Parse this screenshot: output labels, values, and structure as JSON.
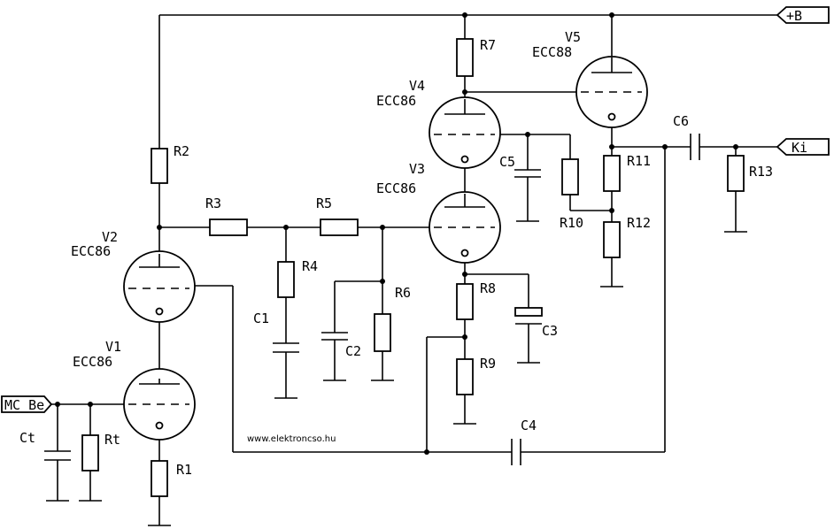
{
  "diagram": {
    "website": "www.elektroncso.hu",
    "ports": {
      "supply": "+B",
      "output": "Ki",
      "input": "MC_Be"
    },
    "tubes": {
      "v1": {
        "ref": "V1",
        "type": "ECC86"
      },
      "v2": {
        "ref": "V2",
        "type": "ECC86"
      },
      "v3": {
        "ref": "V3",
        "type": "ECC86"
      },
      "v4": {
        "ref": "V4",
        "type": "ECC86"
      },
      "v5": {
        "ref": "V5",
        "type": "ECC88"
      }
    },
    "resistors": {
      "r1": "R1",
      "r2": "R2",
      "r3": "R3",
      "r4": "R4",
      "r5": "R5",
      "r6": "R6",
      "r7": "R7",
      "r8": "R8",
      "r9": "R9",
      "r10": "R10",
      "r11": "R11",
      "r12": "R12",
      "r13": "R13",
      "rt": "Rt"
    },
    "capacitors": {
      "c1": "C1",
      "c2": "C2",
      "c3": "C3",
      "c4": "C4",
      "c5": "C5",
      "c6": "C6",
      "ct": "Ct"
    }
  }
}
